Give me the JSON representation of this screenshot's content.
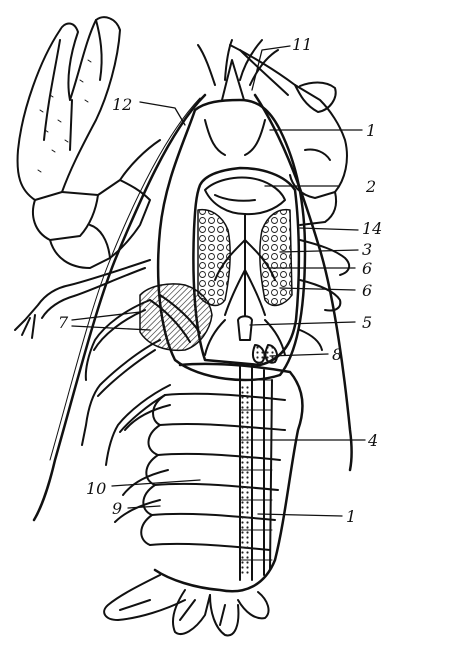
{
  "labels": {
    "l11": "11",
    "l12": "12",
    "l1_top": "1",
    "l2": "2",
    "l14": "14",
    "l3": "3",
    "l6_a": "6",
    "l6_b": "6",
    "l7": "7",
    "l5": "5",
    "l8": "8",
    "l4": "4",
    "l10": "10",
    "l9": "9",
    "l1_bottom": "1"
  },
  "colors": {
    "ink": "#111111",
    "paper": "#ffffff",
    "shade": "#555555"
  }
}
